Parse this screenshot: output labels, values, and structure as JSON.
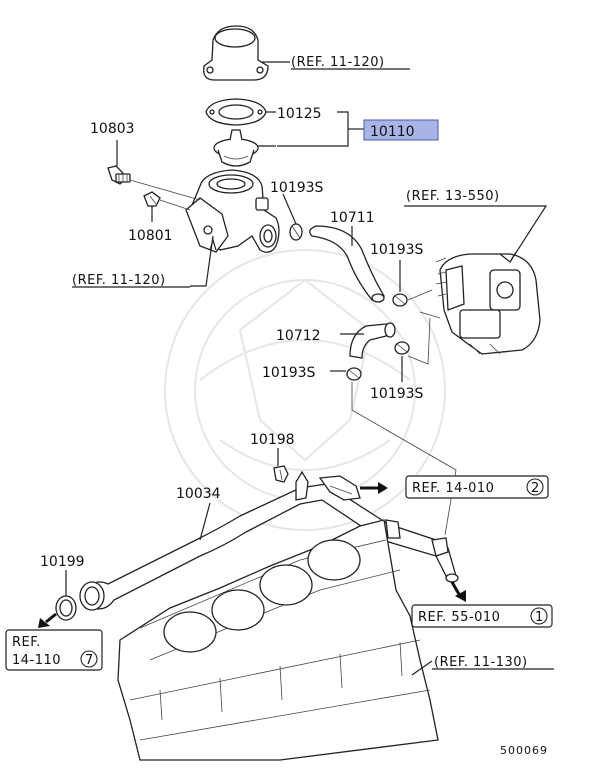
{
  "labels": {
    "p10803": "10803",
    "p10125": "10125",
    "p10110": "10110",
    "p10801": "10801",
    "p10193s_a": "10193S",
    "p10711": "10711",
    "p10193s_b": "10193S",
    "p10712": "10712",
    "p10193s_c": "10193S",
    "p10193s_d": "10193S",
    "p10198": "10198",
    "p10034": "10034",
    "p10199": "10199"
  },
  "refs": {
    "top": "(REF. 11-120)",
    "left": "(REF. 11-120)",
    "right_top": "(REF. 13-550)",
    "r14010_text": "REF. 14-010",
    "r14010_num": "2",
    "r55010_text": "REF. 55-010",
    "r55010_num": "1",
    "r14110_line1": "REF.",
    "r14110_line2": "14-110",
    "r14110_num": "7",
    "bottom_right": "(REF. 11-130)"
  },
  "figure_code": "500069",
  "colors": {
    "highlight_fill": "#a9b4e6",
    "highlight_stroke": "#4a5ab0"
  }
}
